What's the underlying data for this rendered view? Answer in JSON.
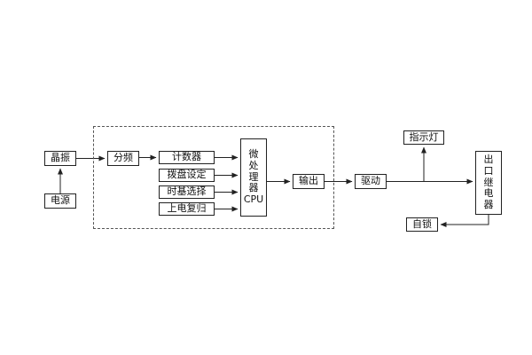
{
  "boxes": {
    "crystal": "晶振",
    "power": "电源",
    "divider": "分频",
    "counter": "计数器",
    "dial_setting": "拨盘设定",
    "timebase_select": "时基选择",
    "power_on_reset": "上电复归",
    "cpu": "微\n处\n理\n器\nCPU",
    "output": "输出",
    "drive": "驱动",
    "indicator": "指示灯",
    "relay": "出\n口\n继\n电\n器",
    "self_lock": "自锁"
  },
  "colors": {
    "line": "#222222",
    "background": "#ffffff"
  }
}
